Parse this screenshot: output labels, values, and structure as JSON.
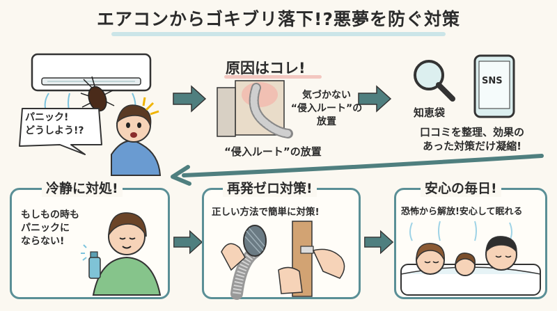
{
  "title": "エアコンからゴキブリ落下!?悪夢を防ぐ対策",
  "scene_panic": {
    "speech": "パニック!\nどうしよう!?"
  },
  "cause": {
    "title": "原因はコレ!",
    "note": "気づかない\n“侵入ルート”の\n放置",
    "caption": "“侵入ルート”の放置"
  },
  "research": {
    "tag": "知恵袋",
    "phone_label": "SNS",
    "caption": "口コミを整理、効果の\nあった対策だけ凝縮!"
  },
  "calm": {
    "title": "冷静に対処!",
    "text": "もしもの時も\nパニックに\nならない!"
  },
  "prevent": {
    "title": "再発ゼロ対策!",
    "text": "正しい方法で簡単に対策!"
  },
  "peace": {
    "title": "安心の毎日!",
    "text": "恐怖から解放!安心して眠れる"
  },
  "colors": {
    "frame": "#5a8f96",
    "arrow": "#4f7f7f",
    "accent_red": "#d9443a",
    "skin": "#f6d3b8"
  }
}
